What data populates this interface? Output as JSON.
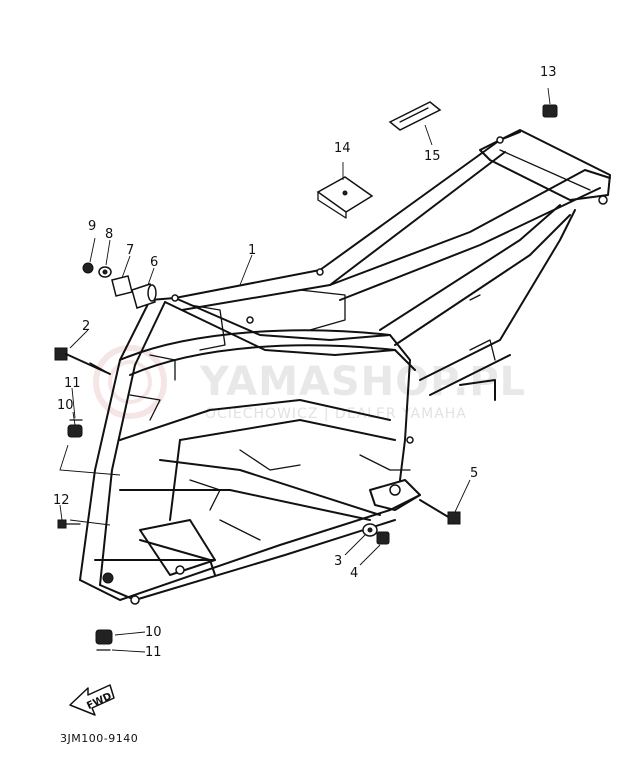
{
  "watermark": {
    "main": "YAMASHOP.PL",
    "sub": "OCIECHOWICZ | DEALER YAMAHA"
  },
  "diagram_code": "3JM100-9140",
  "fwd_label": "FWD",
  "callouts": {
    "c1": "1",
    "c2": "2",
    "c3": "3",
    "c4": "4",
    "c5": "5",
    "c6": "6",
    "c7": "7",
    "c8": "8",
    "c9": "9",
    "c10a": "10",
    "c10b": "10",
    "c11a": "11",
    "c11b": "11",
    "c12": "12",
    "c13": "13",
    "c14": "14",
    "c15": "15"
  },
  "colors": {
    "line": "#111111",
    "watermark": "#e8e8e8",
    "watermark_logo": "#f3dede"
  }
}
